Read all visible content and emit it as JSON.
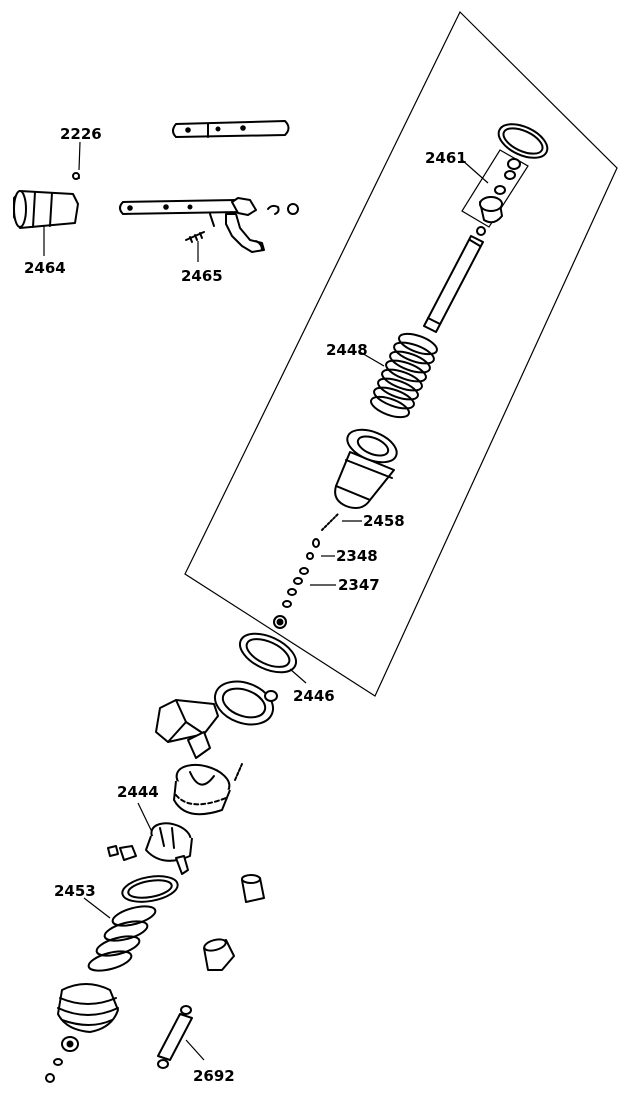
{
  "labels": {
    "l2226": "2226",
    "l2464": "2464",
    "l2465": "2465",
    "l2461": "2461",
    "l2448": "2448",
    "l2458": "2458",
    "l2348": "2348",
    "l2347": "2347",
    "l2446": "2446",
    "l2444": "2444",
    "l2453": "2453",
    "l2692": "2692"
  }
}
